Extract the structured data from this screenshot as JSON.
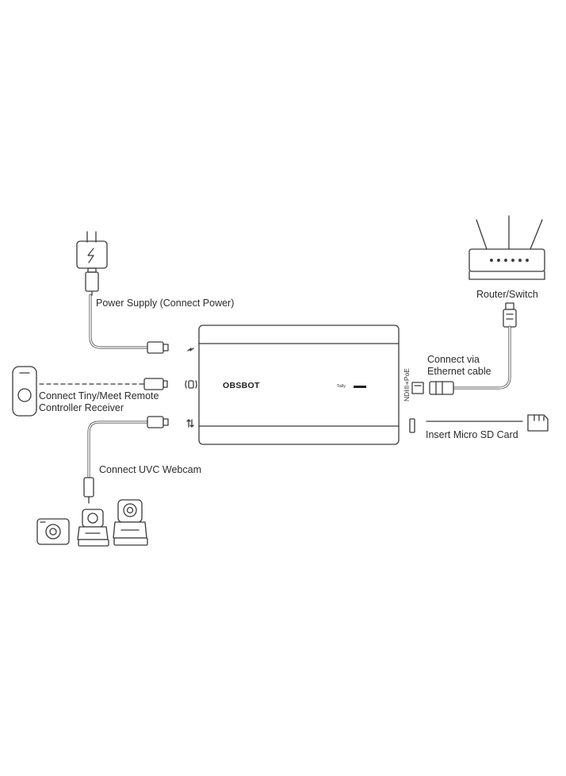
{
  "device": {
    "brand": "OBSBOT",
    "tally_label": "Tally",
    "port_label": "NDI®+PoE"
  },
  "labels": {
    "power_supply": "Power Supply (Connect Power)",
    "remote_line1": "Connect Tiny/Meet Remote",
    "remote_line2": "Controller Receiver",
    "webcam": "Connect  UVC Webcam",
    "router": "Router/Switch",
    "ethernet_line1": "Connect via",
    "ethernet_line2": "Ethernet cable",
    "sd_card": "Insert Micro SD Card"
  },
  "colors": {
    "line": "#3a3a3a",
    "device_fill": "#ffffff",
    "text": "#2b2b2b"
  },
  "icons": [
    "power-adapter-icon",
    "usb-connector-icon",
    "remote-controller-icon",
    "webcam-icon",
    "ptz-camera-icon",
    "router-icon",
    "ethernet-connector-icon",
    "micro-sd-card-icon",
    "lightning-icon",
    "remote-port-icon",
    "transfer-icon"
  ]
}
